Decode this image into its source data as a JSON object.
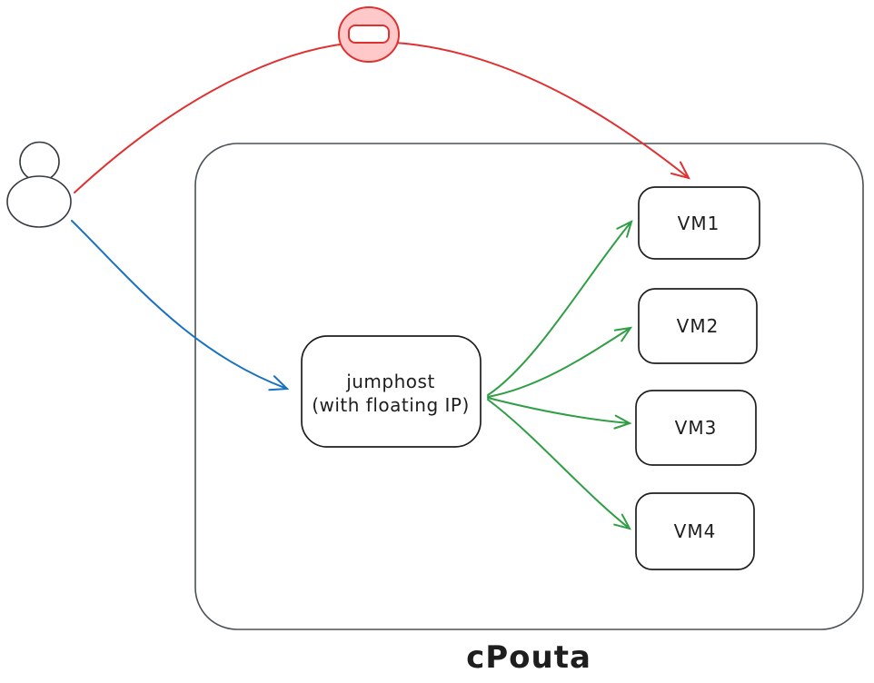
{
  "diagram": {
    "title": "cPouta jumphost access diagram",
    "container": {
      "label": "cPouta",
      "stroke": "#495057"
    },
    "actor": {
      "name": "user",
      "stroke": "#343a40"
    },
    "no_entry_sign": {
      "meaning": "blocked direct access",
      "fill": "#ffc9c9",
      "stroke": "#e03131",
      "bar_fill": "#ffffff"
    },
    "jumphost": {
      "label_line1": "jumphost",
      "label_line2": "(with floating IP)",
      "stroke": "#1e1e1e"
    },
    "vms": [
      {
        "label": "VM1"
      },
      {
        "label": "VM2"
      },
      {
        "label": "VM3"
      },
      {
        "label": "VM4"
      }
    ],
    "vm_stroke": "#1e1e1e",
    "arrows": {
      "blocked_color": "#e03131",
      "allowed_color": "#1971c2",
      "internal_color": "#2f9e44"
    }
  }
}
